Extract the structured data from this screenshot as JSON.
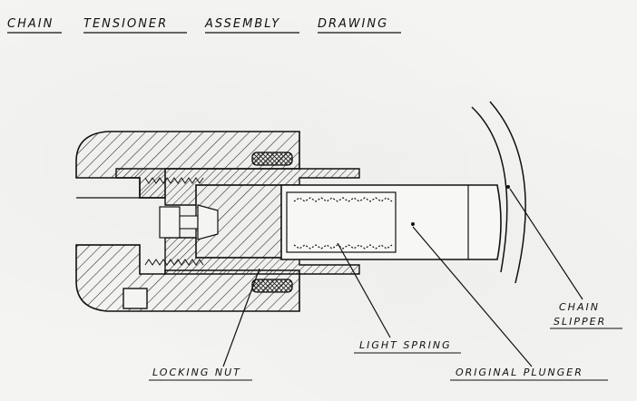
{
  "title": "CHAIN TENSIONER ASSEMBLY DRAWING",
  "title_words": [
    "CHAIN",
    "TENSIONER",
    "ASSEMBLY",
    "DRAWING"
  ],
  "labels": {
    "chain_slipper_line1": "CHAIN",
    "chain_slipper_line2": "SLIPPER",
    "light_spring": "LIGHT SPRING",
    "locking_nut": "LOCKING NUT",
    "original_plunger": "ORIGINAL PLUNGER"
  },
  "colors": {
    "ink": "#111111",
    "paper": "#f4f4f2"
  }
}
